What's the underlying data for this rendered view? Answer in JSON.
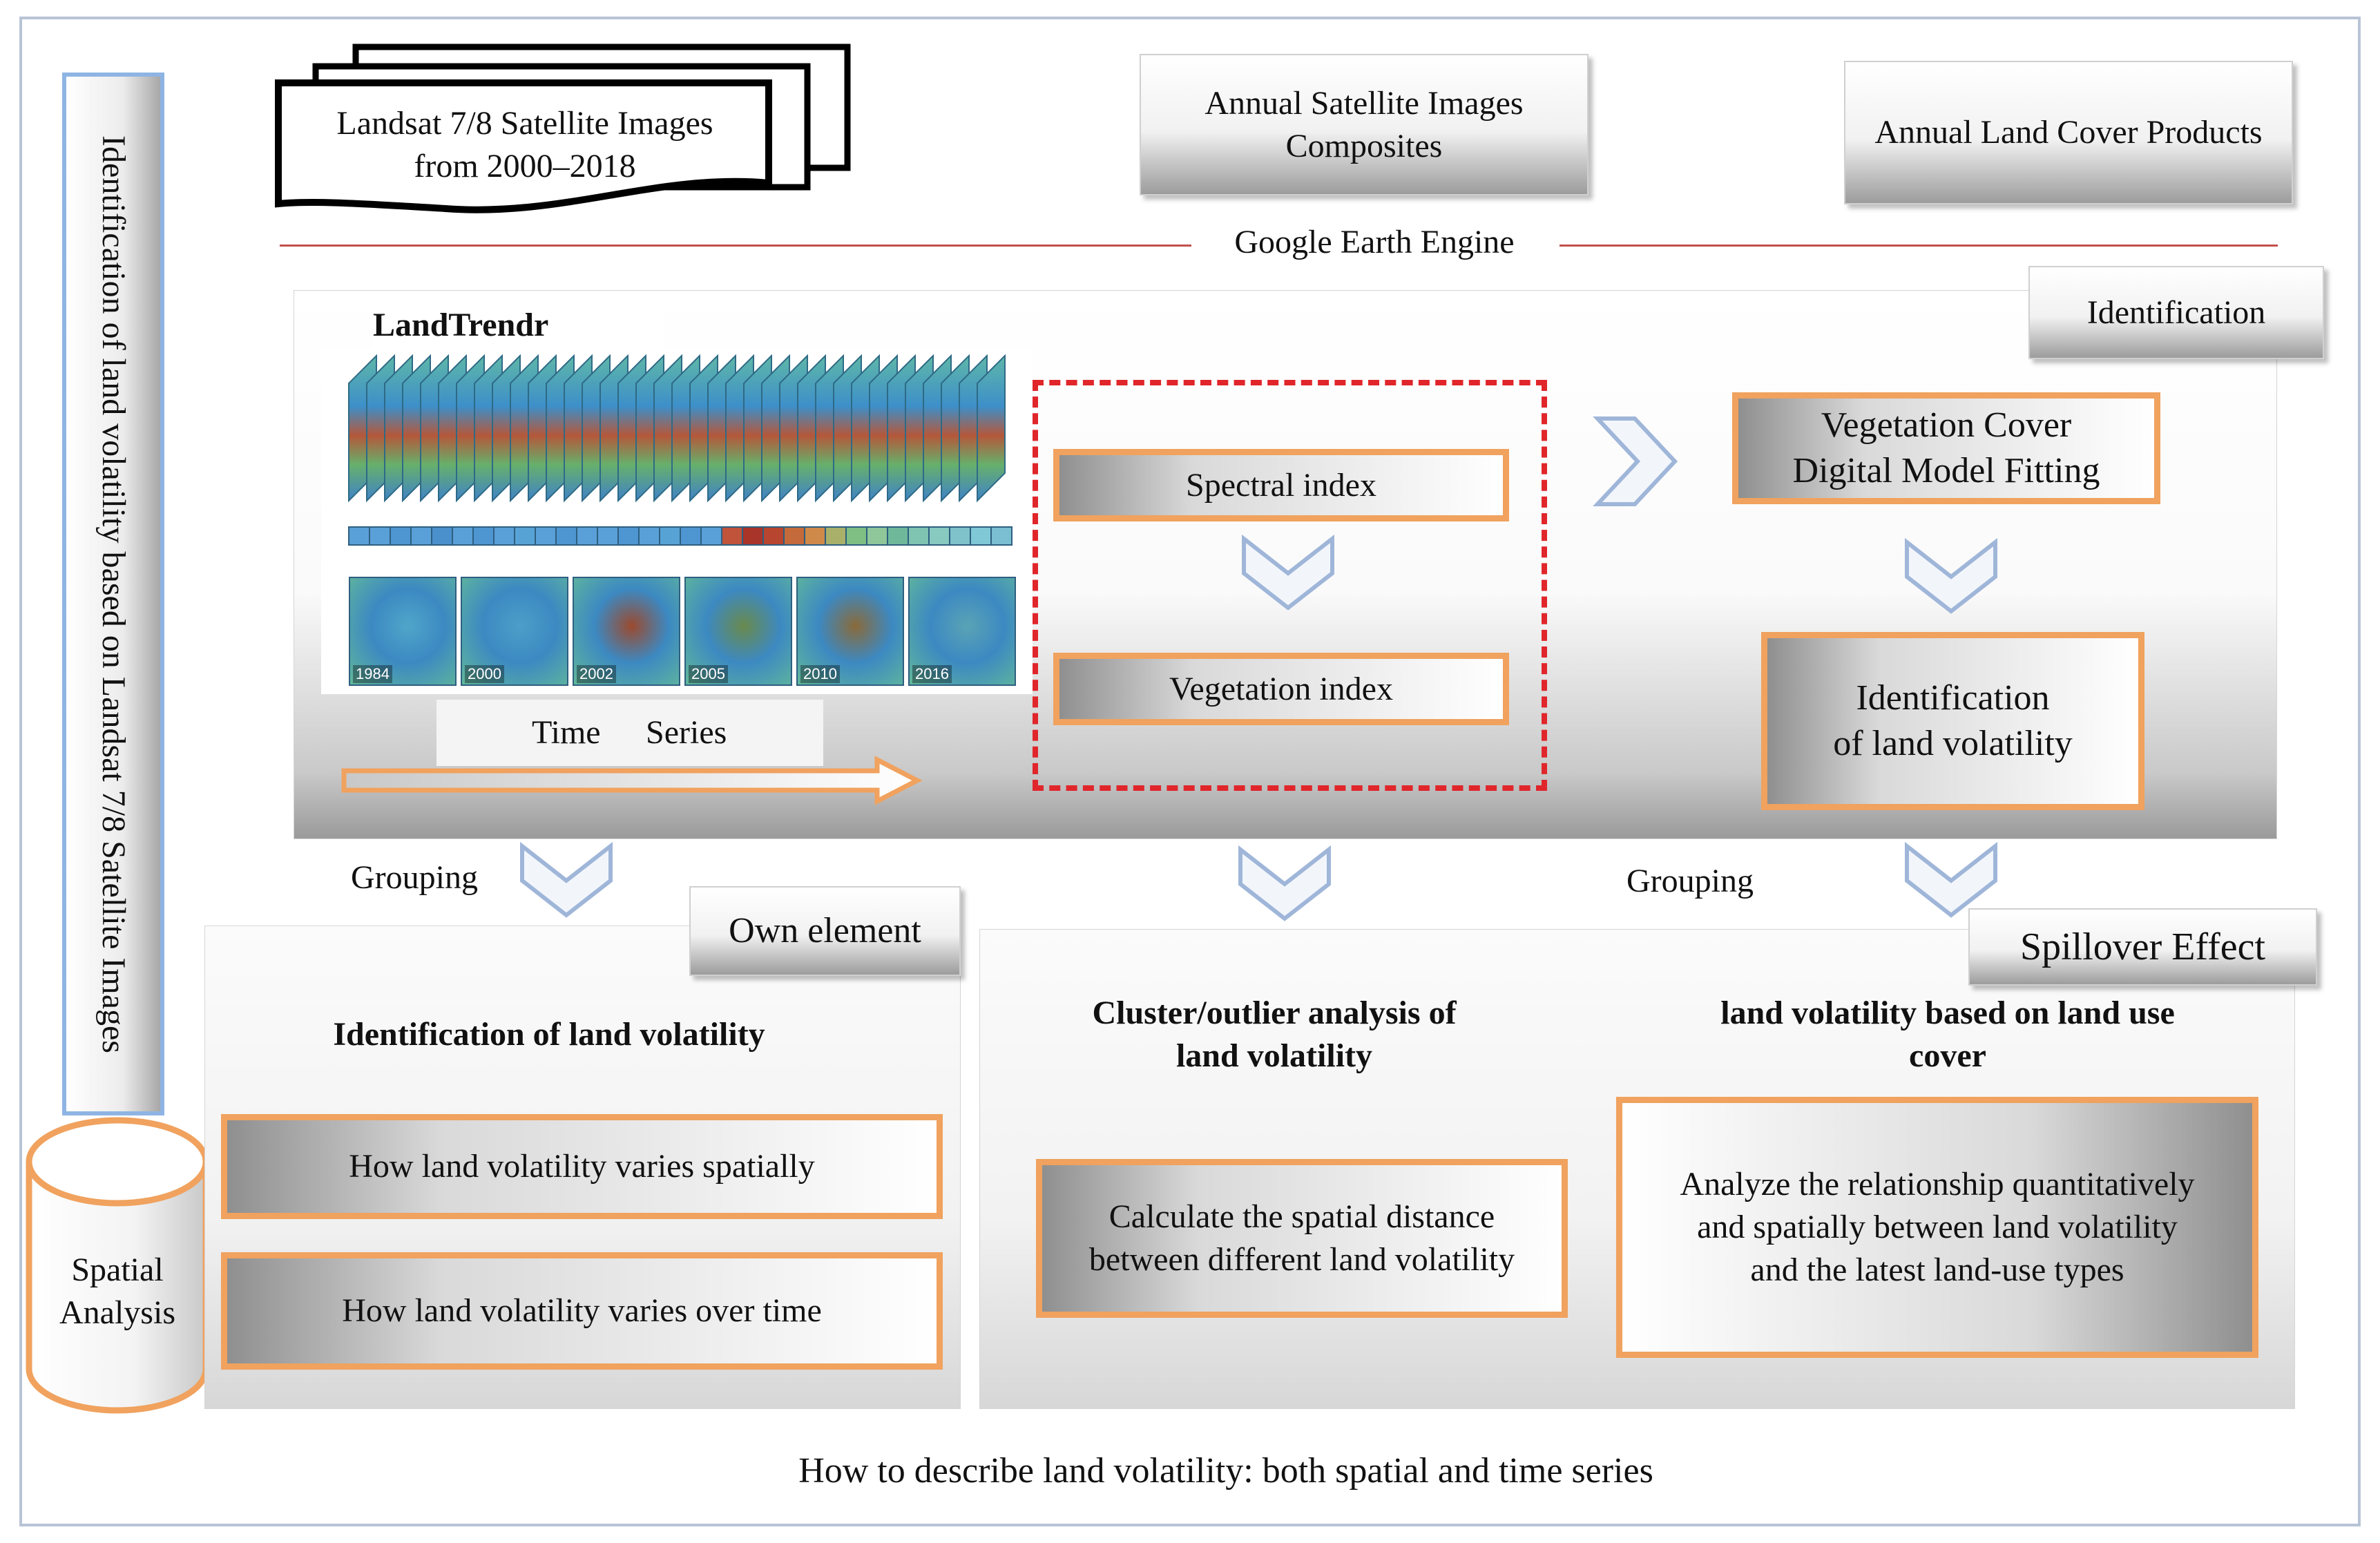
{
  "sidebar": {
    "vertical_title": "Identification of land volatility based on Landsat 7/8 Satellite Images",
    "cylinder_label": "Spatial\nAnalysis"
  },
  "top": {
    "satellite_stack": "Landsat 7/8 Satellite Images\nfrom 2000–2018",
    "composites": "Annual Satellite Images\nComposites",
    "land_cover": "Annual Land Cover Products",
    "platform": "Google Earth Engine"
  },
  "landtrendr": {
    "title": "LandTrendr",
    "years": [
      "1984",
      "2000",
      "2002",
      "2005",
      "2010",
      "2016"
    ],
    "time_label": "Time",
    "series_label": "Series"
  },
  "indices": {
    "spectral": "Spectral index",
    "vegetation": "Vegetation index"
  },
  "identification": {
    "tab": "Identification",
    "model_fitting": "Vegetation Cover\nDigital Model Fitting",
    "result": "Identification\nof land volatility"
  },
  "grouping_left": "Grouping",
  "grouping_right": "Grouping",
  "own_element": {
    "tab": "Own element",
    "heading": "Identification of land volatility",
    "item1": "How land volatility varies spatially",
    "item2": "How land volatility varies over time"
  },
  "spillover": {
    "tab": "Spillover Effect",
    "cluster_heading": "Cluster/outlier analysis of\nland volatility",
    "cluster_box": "Calculate the spatial distance\nbetween different land volatility",
    "landuse_heading": "land volatility based on land use\ncover",
    "landuse_box": "Analyze the relationship quantitatively\nand spatially between land volatility\nand the latest land-use types"
  },
  "footer": "How to describe land volatility: both spatial and time series",
  "colors": {
    "orange_border": "#f0a25e",
    "red_dashed": "#e0262b",
    "chevron_blue": "#9fb6d9",
    "rule_red": "#c0504d",
    "frame_blue": "#b8c4d6"
  }
}
